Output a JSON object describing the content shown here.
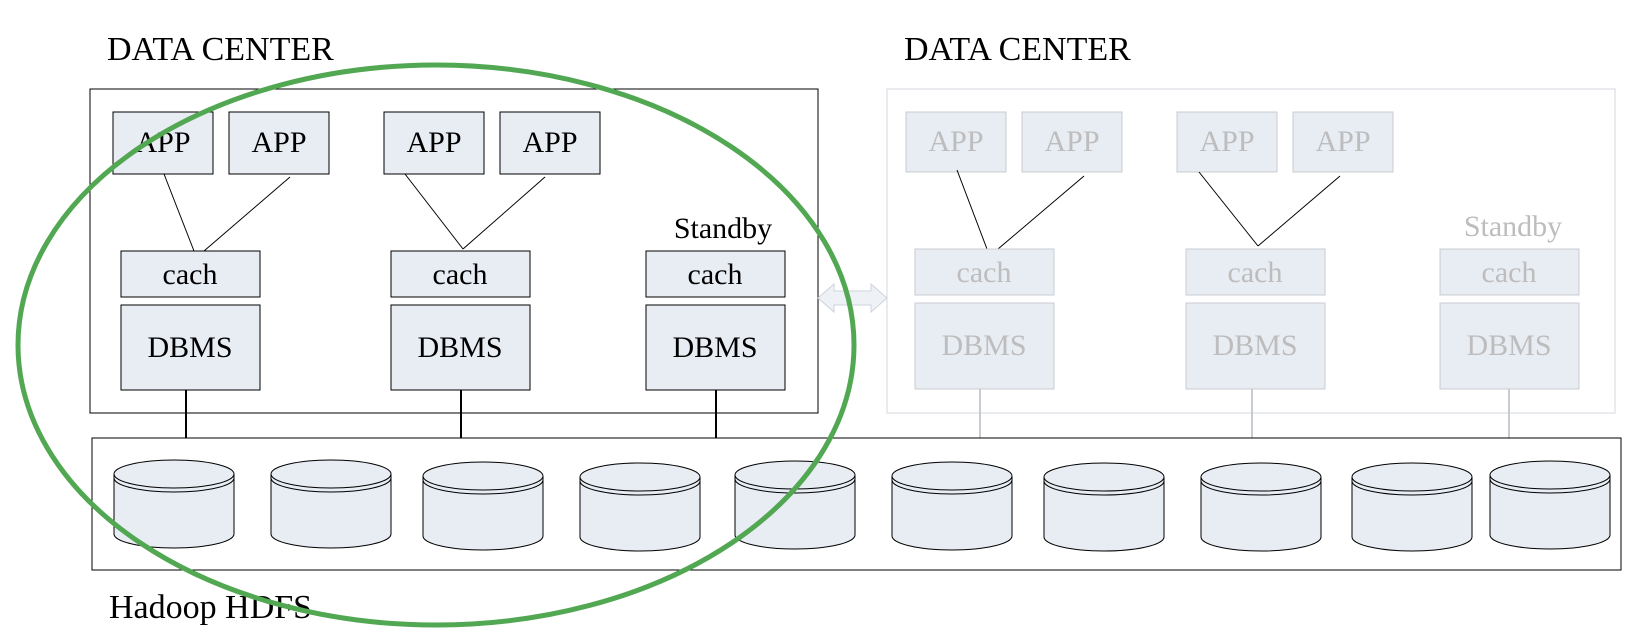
{
  "left_dc": {
    "title": "DATA CENTER",
    "groups": [
      {
        "apps": [
          "APP",
          "APP"
        ],
        "cache": "cach",
        "dbms": "DBMS"
      },
      {
        "apps": [
          "APP",
          "APP"
        ],
        "cache": "cach",
        "dbms": "DBMS"
      },
      {
        "standby": "Standby",
        "cache": "cach",
        "dbms": "DBMS"
      }
    ]
  },
  "right_dc": {
    "title": "DATA CENTER",
    "groups": [
      {
        "apps": [
          "APP",
          "APP"
        ],
        "cache": "cach",
        "dbms": "DBMS"
      },
      {
        "apps": [
          "APP",
          "APP"
        ],
        "cache": "cach",
        "dbms": "DBMS"
      },
      {
        "standby": "Standby",
        "cache": "cach",
        "dbms": "DBMS"
      }
    ]
  },
  "hdfs": {
    "label": "Hadoop HDFS",
    "disk_count": 10
  },
  "colors": {
    "box_fill": "#e8ecf3",
    "active_stroke": "#000000",
    "faded_stroke": "#c8ccd2",
    "faded_text": "#bdbdbd",
    "highlight_ellipse": "#52a852",
    "sync_arrow_fill": "#eef1f6"
  }
}
